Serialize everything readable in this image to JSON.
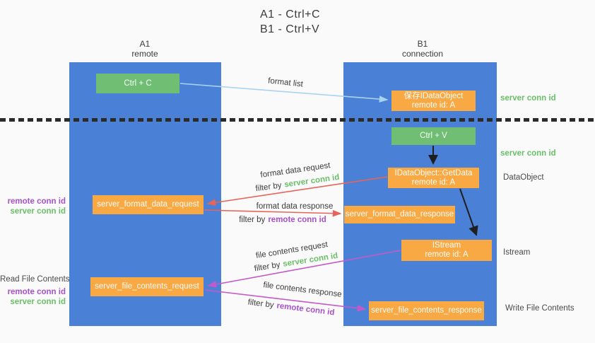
{
  "title": {
    "line1": "A1 - Ctrl+C",
    "line2": "B1 - Ctrl+V"
  },
  "lanes": {
    "left": {
      "name": "A1",
      "role": "remote"
    },
    "right": {
      "name": "B1",
      "role": "connection"
    }
  },
  "nodes": {
    "ctrl_c": "Ctrl + C",
    "save_idataobject": {
      "line1": "保存IDataObject",
      "line2": "remote id: A"
    },
    "ctrl_v": "Ctrl + V",
    "getdata": {
      "line1": "IDataObject::GetData",
      "line2": "remote id: A"
    },
    "format_request": "server_format_data_request",
    "format_response": "server_format_data_response",
    "istream": {
      "line1": "IStream",
      "line2": "remote id: A"
    },
    "file_request": "server_file_contents_request",
    "file_response": "server_file_contents_response"
  },
  "arrow_labels": {
    "format_list": "format list",
    "format_data_request": "format data request",
    "format_data_response": "format data response",
    "file_contents_request": "file contents request",
    "file_contents_response": "file contents response",
    "filter_by": "filter by",
    "server_conn_id": "server conn id",
    "remote_conn_id": "remote conn id"
  },
  "side_labels": {
    "server_conn_id_top": "server conn id",
    "server_conn_id_mid": "server conn id",
    "dataobject": "DataObject",
    "istream": "Istream",
    "write_file_contents": "Write File Contents",
    "read_file_contents": "Read File Contents",
    "remote_conn_id": "remote conn id",
    "server_conn_id": "server conn id"
  },
  "colors": {
    "lane_blue": "#4a81d6",
    "node_green": "#6fbe74",
    "node_orange": "#f8a943",
    "arrow_red": "#e8645a",
    "arrow_magenta": "#c45ac8",
    "arrow_blue": "#a9d3f0",
    "arrow_black": "#1f1f1f",
    "label_green": "#6abf69",
    "label_purple": "#a852c8",
    "text_dark": "#3c3c3c",
    "text_gray": "#4a4a4a"
  }
}
